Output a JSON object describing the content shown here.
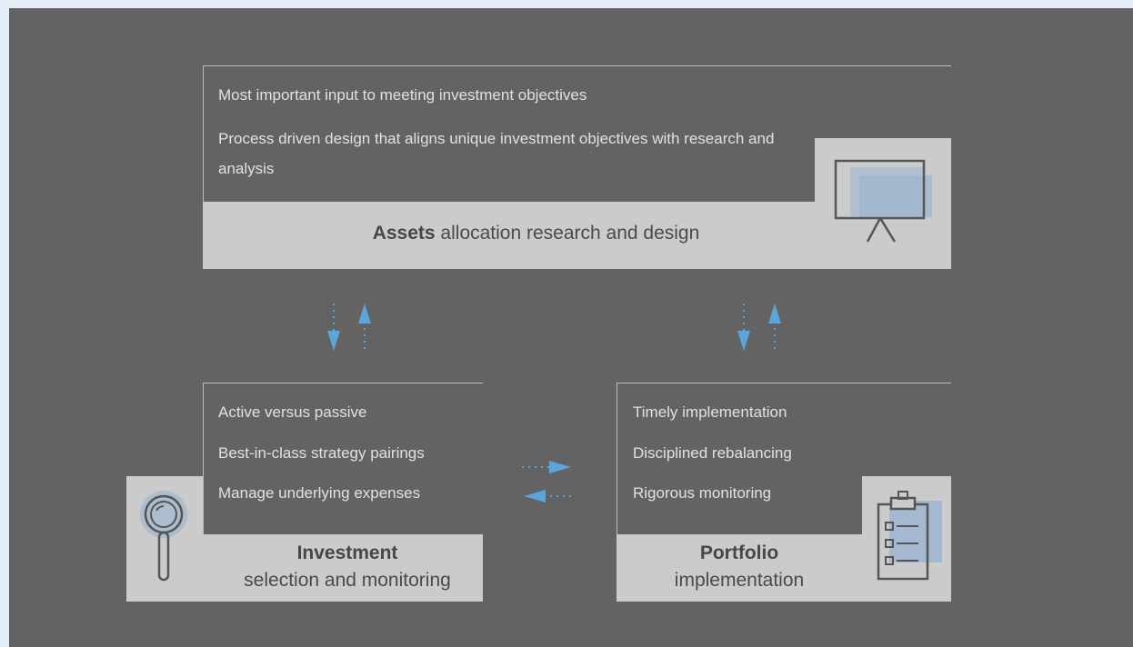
{
  "top": {
    "bullets": [
      "Most important input to meeting investment objectives",
      "Process driven design that aligns unique investment objectives with research and analysis"
    ],
    "title_bold": "Assets",
    "title_rest": " allocation research and design",
    "icon": "presentation-board-icon"
  },
  "left": {
    "bullets": [
      "Active versus passive",
      "Best-in-class strategy pairings",
      "Manage underlying expenses"
    ],
    "title_bold": "Investment",
    "title_rest": "selection and monitoring",
    "icon": "magnifying-glass-icon"
  },
  "right": {
    "bullets": [
      "Timely implementation",
      "Disciplined rebalancing",
      "Rigorous monitoring"
    ],
    "title_bold": "Portfolio",
    "title_rest": "implementation",
    "icon": "clipboard-checklist-icon"
  },
  "colors": {
    "page_background": "#e4eef8",
    "panel": "#636364",
    "light_box": "#cbcbcc",
    "arrow": "#5aa5dc",
    "icon_accent": "#9eb6cf"
  }
}
